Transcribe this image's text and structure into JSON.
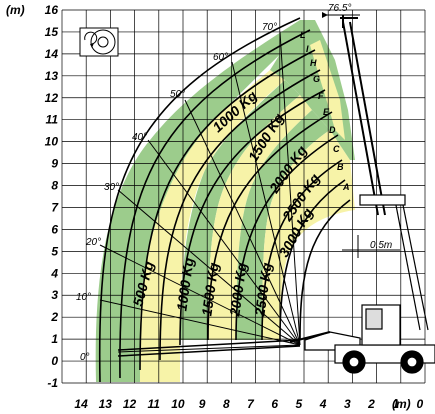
{
  "y_unit_label": "(m)",
  "y_ticks": [
    "16",
    "15",
    "14",
    "13",
    "12",
    "11",
    "10",
    "9",
    "8",
    "7",
    "6",
    "5",
    "4",
    "3",
    "2",
    "1",
    "0",
    "-1"
  ],
  "x_ticks": [
    "14",
    "13",
    "12",
    "11",
    "10",
    "9",
    "8",
    "7",
    "6",
    "5",
    "4",
    "3",
    "2",
    "1",
    "0"
  ],
  "x_unit_label": "(m)",
  "max_angle_label": "76.5°",
  "offset_label": "0.5m",
  "angle_labels": [
    "0°",
    "10°",
    "20°",
    "30°",
    "40°",
    "50°",
    "60°",
    "70°"
  ],
  "segment_letters": [
    "A",
    "B",
    "C",
    "D",
    "E",
    "F",
    "G",
    "H",
    "I",
    "L"
  ],
  "load_zones": [
    {
      "label": "500 Kg",
      "color": "#9ccc8c"
    },
    {
      "label": "1000 Kg",
      "color": "#f7f3a8"
    },
    {
      "label": "1500 Kg",
      "color": "#9ccc8c"
    },
    {
      "label": "2000 Kg",
      "color": "#f7f3a8"
    },
    {
      "label": "2500 Kg",
      "color": "#9ccc8c"
    },
    {
      "label": "3000 Kg",
      "color": "#f7f3a8"
    }
  ],
  "colors": {
    "green_zone": "#9ccc8c",
    "yellow_zone": "#f7f3a8",
    "grid": "#000000"
  },
  "rotation_icon": "rotating-wheel-icon",
  "machine_icon": "telehandler-icon"
}
